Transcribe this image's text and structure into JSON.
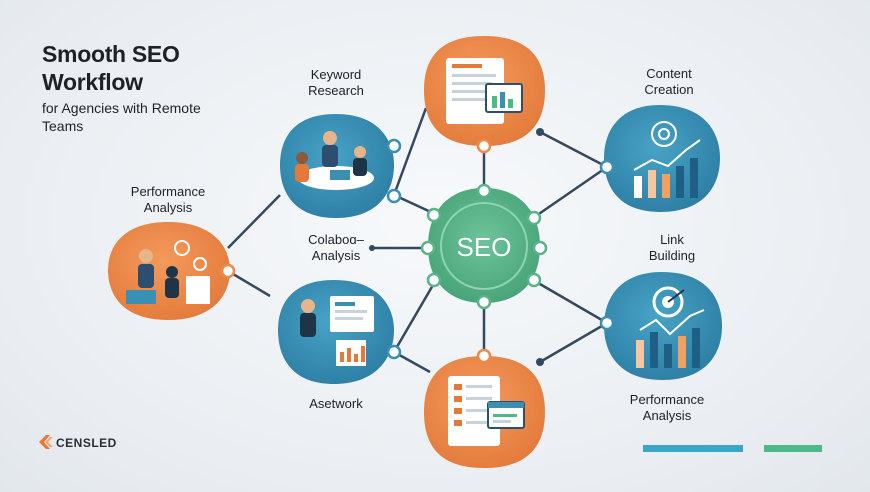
{
  "title": {
    "line1": "Smooth SEO",
    "line2": "Workflow",
    "subtitle": "for Agencies with Remote Teams"
  },
  "center": {
    "label": "SEO",
    "color": "#5bb38a"
  },
  "nodes": {
    "keyword_research": {
      "line1": "Keyword",
      "line2": "Research"
    },
    "content_creation": {
      "line1": "Content",
      "line2": "Creation"
    },
    "performance_analysis_left": {
      "line1": "Performance",
      "line2": "Analysis"
    },
    "collaboration_analysis": {
      "line1": "Colaboɑ–",
      "line2": "Analysis"
    },
    "link_building": {
      "line1": "Link",
      "line2": "Building"
    },
    "asetwork": {
      "line1": "Asetwork"
    },
    "performance_analysis_right": {
      "line1": "Performance",
      "line2": "Analysis"
    }
  },
  "brand": {
    "name": "CENSLED",
    "color": "#e8793a"
  },
  "colors": {
    "orange": "#ec8a4c",
    "blue": "#3b8fb3",
    "connector": "#34495e",
    "accent_teal": "#3aa7c8",
    "accent_green": "#4cba86"
  }
}
